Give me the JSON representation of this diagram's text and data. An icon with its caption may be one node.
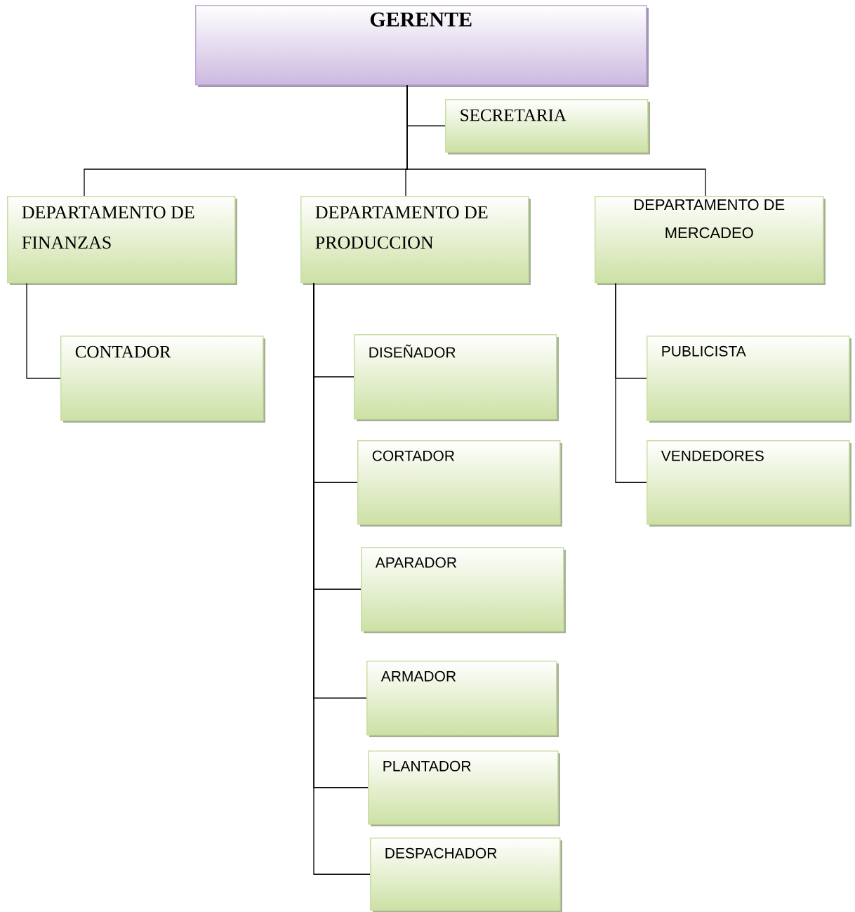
{
  "diagram": {
    "nodes": [
      {
        "text": [
          "GERENTE"
        ]
      },
      {
        "text": [
          "SECRETARIA"
        ]
      },
      {
        "text": [
          "DEPARTAMENTO DE FINANZAS"
        ]
      },
      {
        "text": [
          "DEPARTAMENTO DE PRODUCCION"
        ]
      },
      {
        "text": [
          "DEPARTAMENTO DE MERCADEO"
        ]
      },
      {
        "text": [
          "CONTADOR"
        ]
      },
      {
        "text": [
          "DISEÑADOR"
        ]
      },
      {
        "text": [
          "CORTADOR"
        ]
      },
      {
        "text": [
          "APARADOR"
        ]
      },
      {
        "text": [
          "ARMADOR"
        ]
      },
      {
        "text": [
          "PLANTADOR"
        ]
      },
      {
        "text": [
          "DESPACHADOR"
        ]
      },
      {
        "text": [
          "PUBLICISTA"
        ]
      },
      {
        "text": [
          "VENDEDORES"
        ]
      }
    ],
    "edges": [
      {
        "from": 0,
        "to": 1,
        "arrow": "none"
      },
      {
        "from": 0,
        "to": 2,
        "arrow": "none"
      },
      {
        "from": 0,
        "to": 3,
        "arrow": "none"
      },
      {
        "from": 0,
        "to": 4,
        "arrow": "none"
      },
      {
        "from": 2,
        "to": 5,
        "arrow": "none"
      },
      {
        "from": 3,
        "to": 6,
        "arrow": "none"
      },
      {
        "from": 3,
        "to": 7,
        "arrow": "none"
      },
      {
        "from": 3,
        "to": 8,
        "arrow": "none"
      },
      {
        "from": 3,
        "to": 9,
        "arrow": "none"
      },
      {
        "from": 3,
        "to": 10,
        "arrow": "none"
      },
      {
        "from": 3,
        "to": 11,
        "arrow": "none"
      },
      {
        "from": 4,
        "to": 12,
        "arrow": "none"
      },
      {
        "from": 4,
        "to": 13,
        "arrow": "none"
      }
    ]
  }
}
